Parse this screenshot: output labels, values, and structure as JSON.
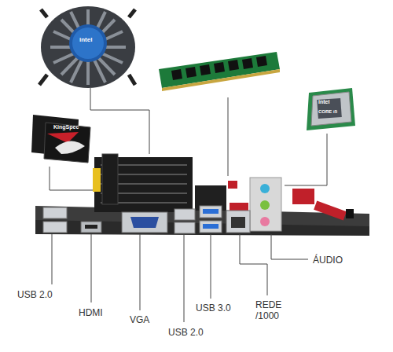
{
  "diagram": {
    "labels": [
      "intel",
      "intel",
      "CORE i5",
      "KingSpec",
      "USB 2.0",
      "HDMI",
      "VGA",
      "USB 2.0",
      "USB 3.0",
      "REDE /1000",
      "ÁUDIO"
    ]
  }
}
